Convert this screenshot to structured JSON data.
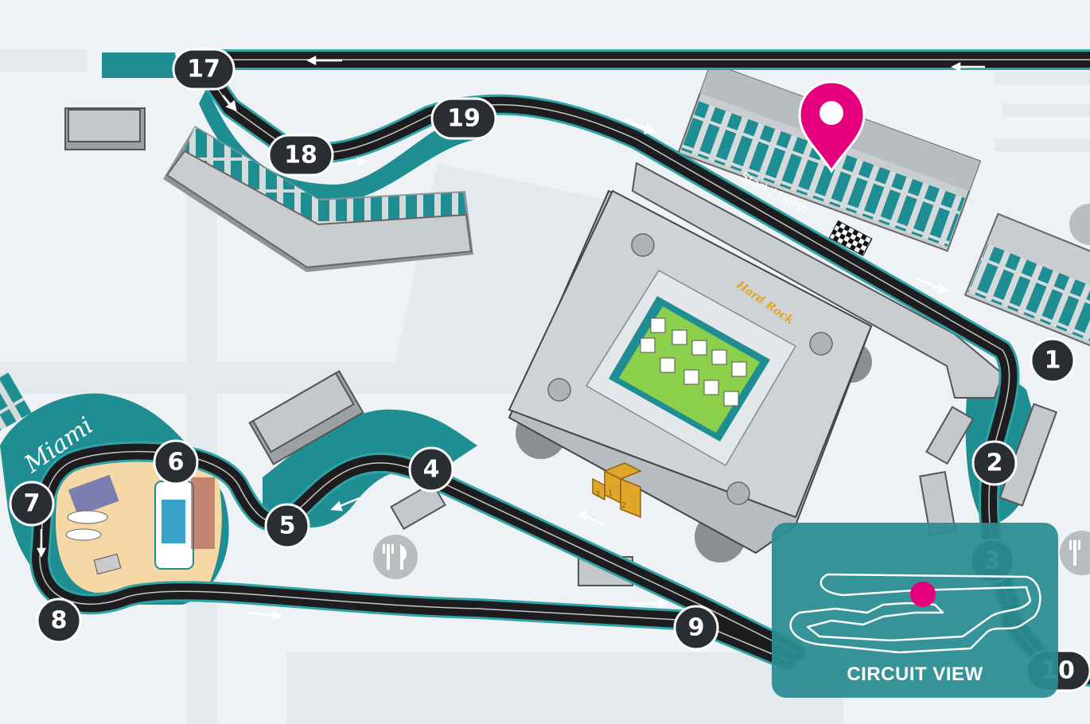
{
  "map": {
    "start_finish_label": "Start / Finish",
    "city_label": "Miami",
    "stadium_logo_text": "Hard Rock",
    "podium_places": [
      "1",
      "2",
      "3"
    ],
    "turns": [
      "1",
      "2",
      "3",
      "4",
      "5",
      "6",
      "7",
      "8",
      "9",
      "10",
      "17",
      "18",
      "19"
    ]
  },
  "circuit_view": {
    "title": "CIRCUIT VIEW"
  },
  "colors": {
    "background": "#eef2f4",
    "track": "#1d1d1f",
    "track_edge": "#2fa3a6",
    "accent_teal": "#1e8e93",
    "location_pin": "#e5007e",
    "panel": "#2a8c90"
  },
  "icons": [
    "location-pin-icon",
    "checkered-flag-icon",
    "restaurant-icon",
    "podium-icon",
    "direction-arrow-icon"
  ]
}
